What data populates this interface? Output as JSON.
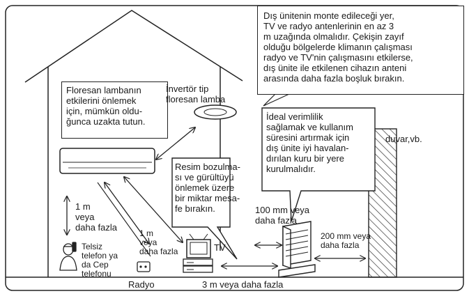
{
  "notes": {
    "top_right": "Dış ünitenin monte edileceği yer,\nTV ve radyo antenlerinin en az 3\nm uzağında olmalıdır. Çekişin zayıf\nolduğu bölgelerde klimanın çalışması\nradyo ve TV'nin çalışmasını etkilerse,\ndış ünite ile etkilenen cihazın anteni\narasında daha fazla boşluk bırakın.",
    "fluorescent": "Floresan lambanın\netkilerini önlemek\niçin, mümkün oldu-\nğunca uzakta tutun.",
    "ventilation": "İdeal verimlilik\nsağlamak ve kullanım\nsüresini artırmak için\ndış ünite iyi havalan-\ndırılan kuru bir yere\nkurulmalıdır.",
    "picture": "Resim bozulma-\nsı ve gürültüyü\nönlemek üzere\nbir miktar mesa-\nfe bırakın."
  },
  "labels": {
    "inverter_lamp": "İnvertör tip\nfloresan lamba",
    "wall": "duvar,vb.",
    "one_m_left": "1 m\nveya\ndaha fazla",
    "one_m_mid": "1 m\nveya\ndaha fazla",
    "phone": "Telsiz\ntelefon ya\nda Cep\ntelefonu",
    "tv": "TV",
    "radio": "Radyo",
    "three_m": "3 m veya daha fazla",
    "hundred_mm": "100 mm veya\ndaha fazla",
    "two_hundred_mm": "200 mm veya\ndaha fazla"
  }
}
